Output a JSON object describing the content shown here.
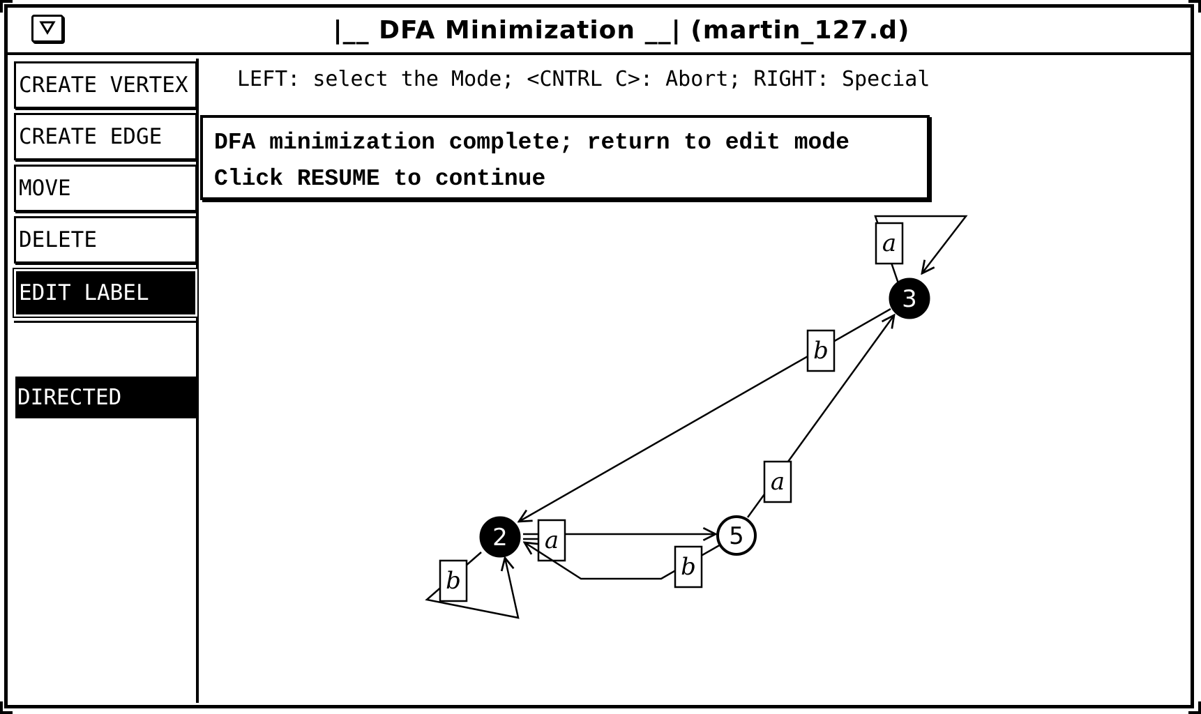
{
  "window": {
    "title": "|__ DFA Minimization __| (martin_127.d)"
  },
  "modes": {
    "create_vertex": "CREATE VERTEX",
    "create_edge": "CREATE EDGE",
    "move": "MOVE",
    "delete": "DELETE",
    "edit_label": "EDIT LABEL",
    "active": "EDIT LABEL",
    "directed": "DIRECTED"
  },
  "hint": "LEFT: select the Mode; <CNTRL C>: Abort; RIGHT: Special",
  "message": {
    "line1": "DFA minimization complete; return to edit mode",
    "line2": "Click RESUME to continue"
  },
  "graph": {
    "directed": true,
    "nodes": [
      {
        "id": "2",
        "label": "2",
        "filled": true
      },
      {
        "id": "3",
        "label": "3",
        "filled": true
      },
      {
        "id": "5",
        "label": "5",
        "filled": false
      }
    ],
    "edges": [
      {
        "from": "3",
        "to": "3",
        "label": "a"
      },
      {
        "from": "3",
        "to": "2",
        "label": "b"
      },
      {
        "from": "2",
        "to": "5",
        "label": "a"
      },
      {
        "from": "5",
        "to": "2",
        "label": "b"
      },
      {
        "from": "5",
        "to": "3",
        "label": "a"
      },
      {
        "from": "2",
        "to": "2",
        "label": "b"
      }
    ]
  }
}
